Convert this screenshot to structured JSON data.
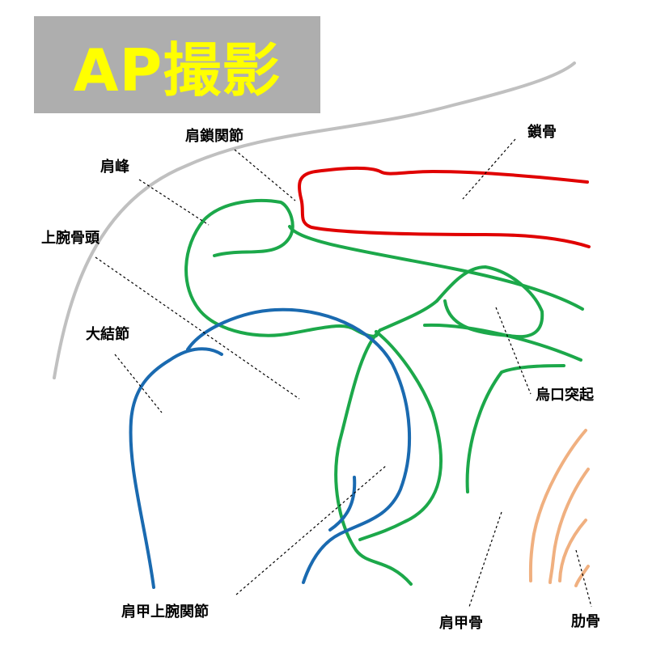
{
  "title": "AP撮影",
  "colors": {
    "title_bg": "#aeaeae",
    "title_text": "#ffff00",
    "skin": "#c0c0c0",
    "clavicle": "#e00000",
    "scapula": "#1ca84a",
    "humerus": "#1a6ab0",
    "rib": "#f0b080"
  },
  "labels": {
    "acromioclavicular_joint": "肩鎖関節",
    "clavicle": "鎖骨",
    "acromion": "肩峰",
    "humeral_head": "上腕骨頭",
    "greater_tubercle": "大結節",
    "coracoid_process": "烏口突起",
    "glenohumeral_joint": "肩甲上腕関節",
    "scapula": "肩甲骨",
    "rib": "肋骨"
  }
}
